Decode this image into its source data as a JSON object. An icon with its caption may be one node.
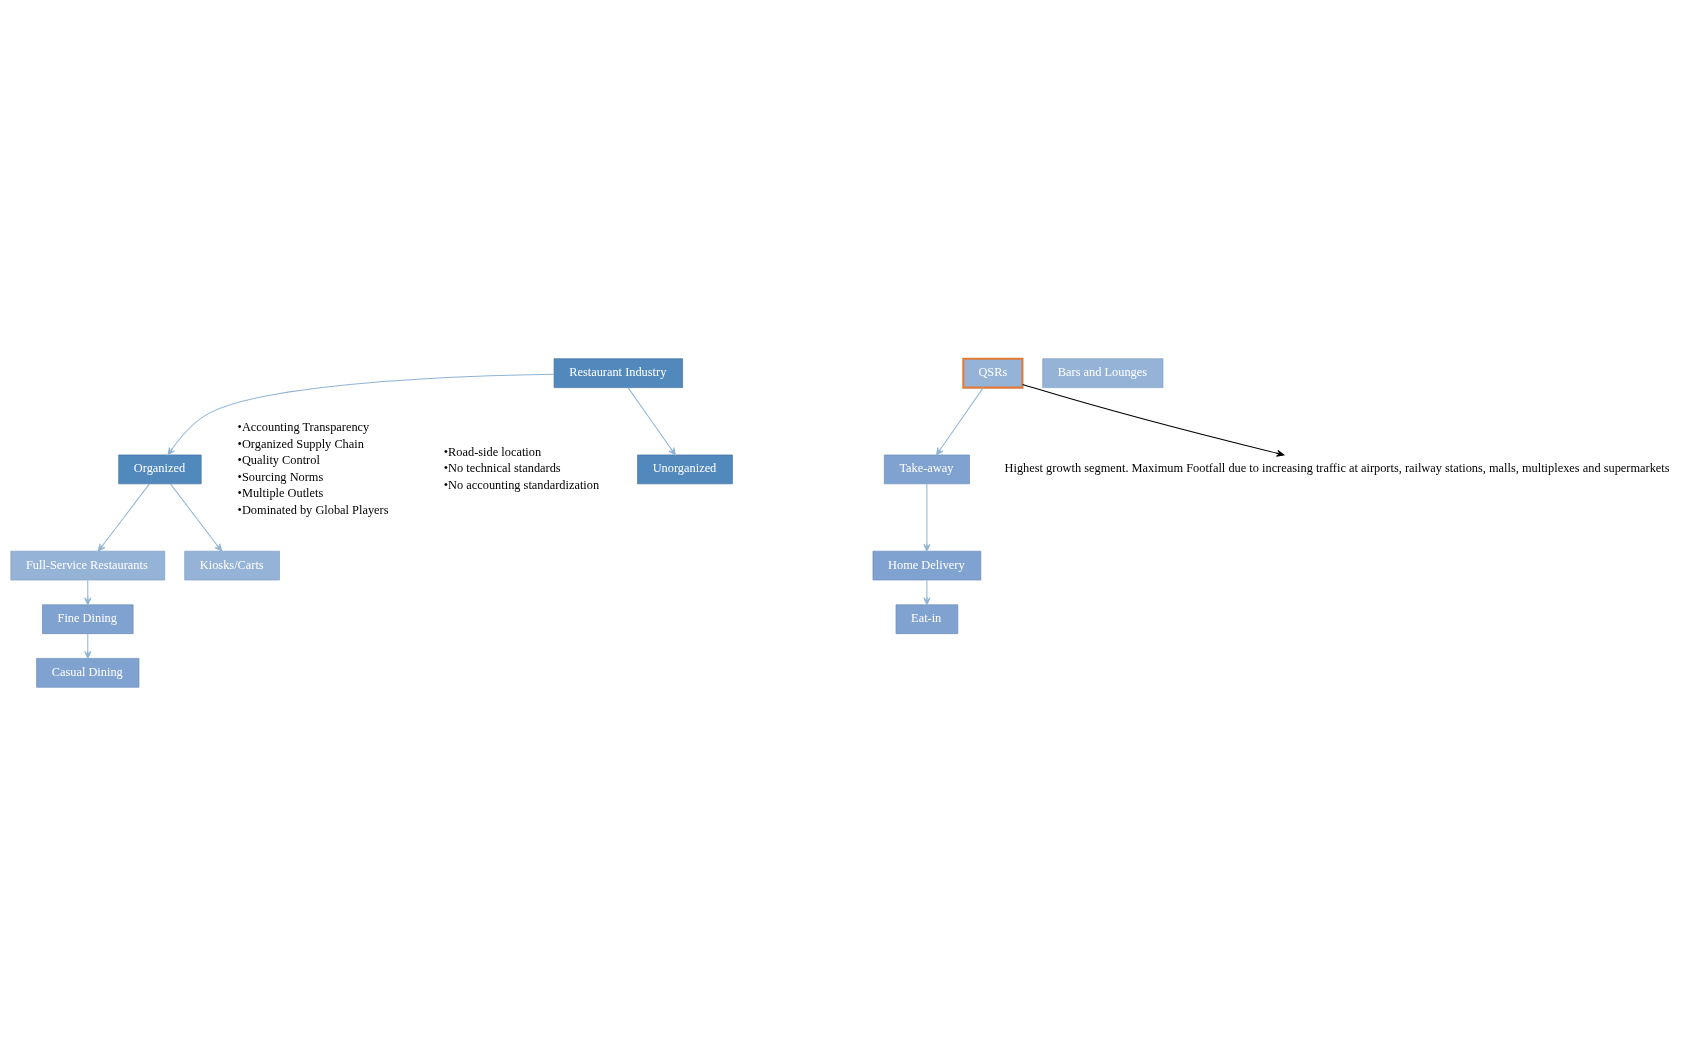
{
  "diagram": {
    "nodes": [
      {
        "text": [
          "Restaurant Industry"
        ]
      },
      {
        "text": [
          "Unorganized"
        ],
        "beside": [
          "•Road-side location",
          "•No technical standards",
          "•No accounting standardization"
        ]
      },
      {
        "text": [
          "Organized"
        ],
        "beside": [
          "•Accounting Transparency",
          "•Organized Supply Chain",
          "•Quality Control",
          "•Sourcing Norms",
          "•Multiple Outlets",
          "•Dominated by Global Players"
        ]
      },
      {
        "text": [
          "Full-Service Restaurants"
        ]
      },
      {
        "text": [
          "QSRs"
        ]
      },
      {
        "text": [
          "Bars and Lounges"
        ]
      },
      {
        "text": [
          "Kiosks/Carts"
        ]
      },
      {
        "text": [
          "Fine Dining"
        ]
      },
      {
        "text": [
          "Casual Dining"
        ]
      },
      {
        "text": [
          "Take-away"
        ]
      },
      {
        "text": [
          "Home Delivery"
        ]
      },
      {
        "text": [
          "Eat-in"
        ]
      },
      {
        "text": [
          "Highest growth segment. Maximum Footfall due to increasing traffic at airports, railway stations, malls, multiplexes and supermarkets"
        ]
      }
    ],
    "edges": [
      {
        "from": 0,
        "to": 1,
        "arrow": "to"
      },
      {
        "from": 0,
        "to": 2,
        "arrow": "to"
      },
      {
        "from": 2,
        "to": 3,
        "arrow": "to"
      },
      {
        "from": 2,
        "to": 6,
        "arrow": "to"
      },
      {
        "from": 3,
        "to": 7,
        "arrow": "to"
      },
      {
        "from": 7,
        "to": 8,
        "arrow": "to"
      },
      {
        "from": 4,
        "to": 9,
        "arrow": "to"
      },
      {
        "from": 9,
        "to": 10,
        "arrow": "to"
      },
      {
        "from": 10,
        "to": 11,
        "arrow": "to"
      },
      {
        "from": 4,
        "to": 12,
        "arrow": "to",
        "color": "#000000"
      }
    ]
  }
}
